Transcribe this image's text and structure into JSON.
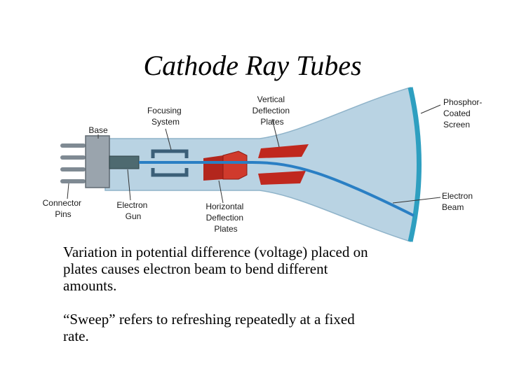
{
  "slide": {
    "title": "Cathode Ray Tubes",
    "paragraphs": [
      "Variation in potential difference (voltage) placed on plates causes electron beam to bend different amounts.",
      "“Sweep” refers to refreshing repeatedly at a fixed rate."
    ]
  },
  "diagram": {
    "labels": {
      "focusing_system": [
        "Focusing",
        "System"
      ],
      "base": [
        "Base"
      ],
      "vertical_plates": [
        "Vertical",
        "Deflection",
        "Plates"
      ],
      "phosphor_screen": [
        "Phosphor-",
        "Coated",
        "Screen"
      ],
      "connector_pins": [
        "Connector",
        "Pins"
      ],
      "electron_gun": [
        "Electron",
        "Gun"
      ],
      "horizontal_plates": [
        "Horizontal",
        "Deflection",
        "Plates"
      ],
      "electron_beam": [
        "Electron",
        "Beam"
      ]
    },
    "colors": {
      "tube_fill": "#b9d3e3",
      "screen": "#2e9fc0",
      "plates": "#c0281e",
      "beam": "#2a7fc4",
      "base": "#9aa4ad"
    }
  }
}
